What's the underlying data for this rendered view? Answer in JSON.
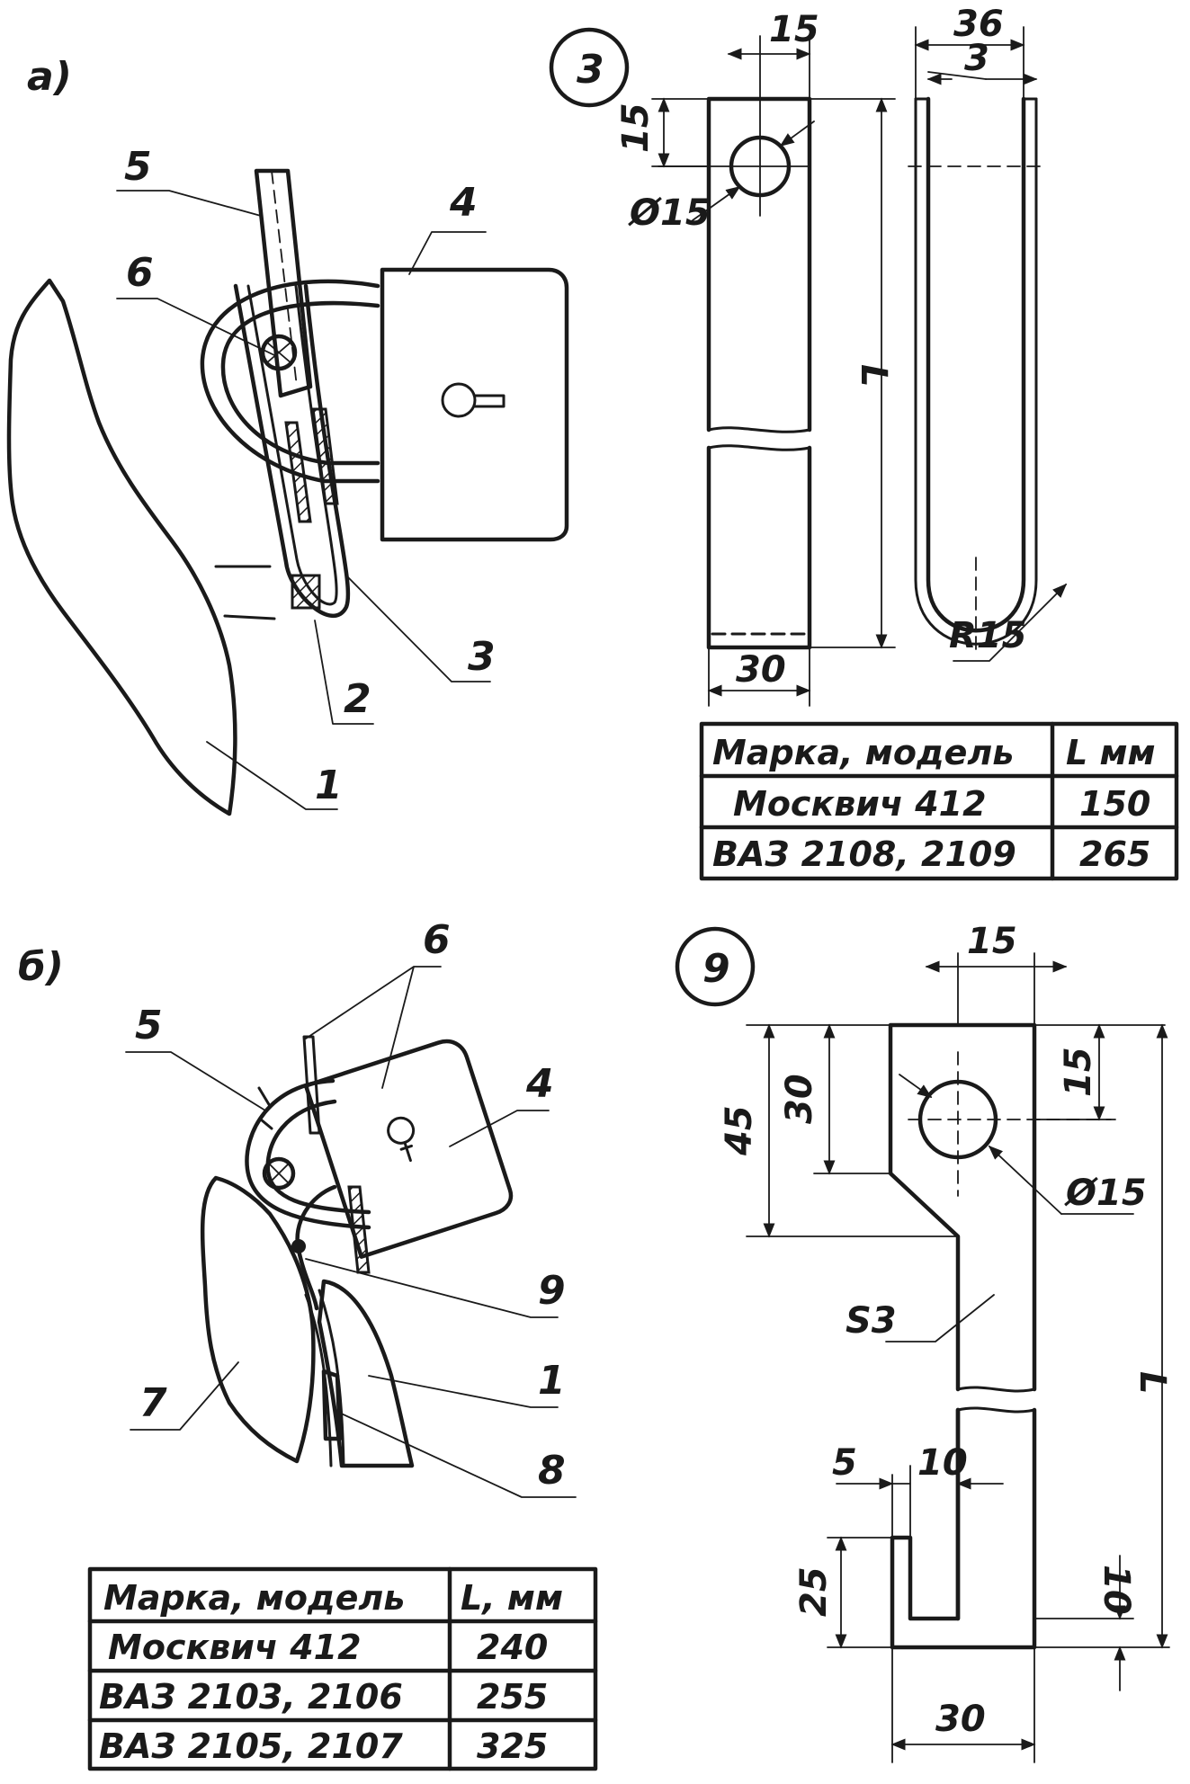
{
  "view_a": {
    "title": "а)",
    "callouts": [
      "5",
      "6",
      "4",
      "3",
      "2",
      "1"
    ]
  },
  "view_b": {
    "title": "б)",
    "callouts": [
      "6",
      "5",
      "4",
      "9",
      "7",
      "1",
      "8"
    ]
  },
  "part3": {
    "badge": "3",
    "dims": {
      "width_top": "15",
      "hole_offset": "15",
      "hole_dia": "Ø15",
      "length": "L",
      "width_bottom": "30",
      "side_width": "36",
      "thickness": "3",
      "radius": "R15"
    },
    "table": {
      "headers": [
        "Марка, модель",
        "L мм"
      ],
      "rows": [
        [
          "Москвич 412",
          "150"
        ],
        [
          "ВАЗ 2108, 2109",
          "265"
        ]
      ]
    }
  },
  "part9": {
    "badge": "9",
    "dims": {
      "top_width": "15",
      "d45": "45",
      "d30": "30",
      "d15": "15",
      "hole_dia": "Ø15",
      "thickness": "S3",
      "length": "L",
      "d5": "5",
      "d10a": "10",
      "d25": "25",
      "d10b": "10",
      "bottom_width": "30"
    }
  },
  "table_b": {
    "headers": [
      "Марка, модель",
      "L, мм"
    ],
    "rows": [
      [
        "Москвич 412",
        "240"
      ],
      [
        "ВАЗ 2103, 2106",
        "255"
      ],
      [
        "ВАЗ 2105, 2107",
        "325"
      ]
    ]
  }
}
